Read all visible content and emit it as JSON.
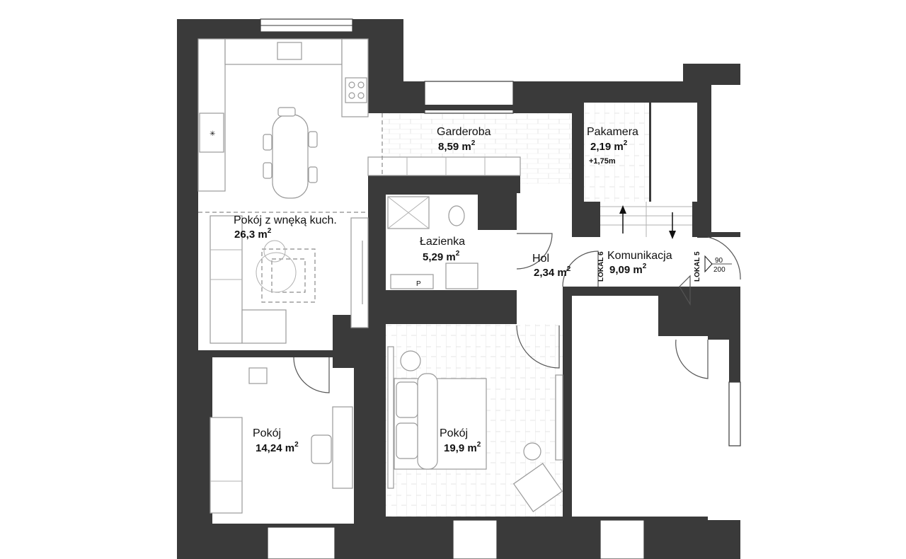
{
  "plan": {
    "rooms": [
      {
        "name": "Garderoba",
        "area": "8,59",
        "unit": "m",
        "sup": "2"
      },
      {
        "name": "Pakamera",
        "area": "2,19",
        "unit": "m",
        "sup": "2",
        "note": "+1,75m"
      },
      {
        "name": "Pokój z wnęką kuch.",
        "area": "26,3",
        "unit": "m",
        "sup": "2"
      },
      {
        "name": "Łazienka",
        "area": "5,29",
        "unit": "m",
        "sup": "2"
      },
      {
        "name": "Hol",
        "area": "2,34",
        "unit": "m",
        "sup": "2"
      },
      {
        "name": "Komunikacja",
        "area": "9,09",
        "unit": "m",
        "sup": "2"
      },
      {
        "name": "Pokój",
        "area": "14,24",
        "unit": "m",
        "sup": "2"
      },
      {
        "name": "Pokój",
        "area": "19,9",
        "unit": "m",
        "sup": "2"
      }
    ],
    "markers": {
      "lokal6": "LOKAL 6",
      "lokal5": "LOKAL 5",
      "door_top": "90",
      "door_bottom": "200",
      "bath_p": "P"
    }
  },
  "colors": {
    "wall": "#3a3a3a",
    "floor": "#ffffff",
    "planks": "#e2e2e2"
  }
}
